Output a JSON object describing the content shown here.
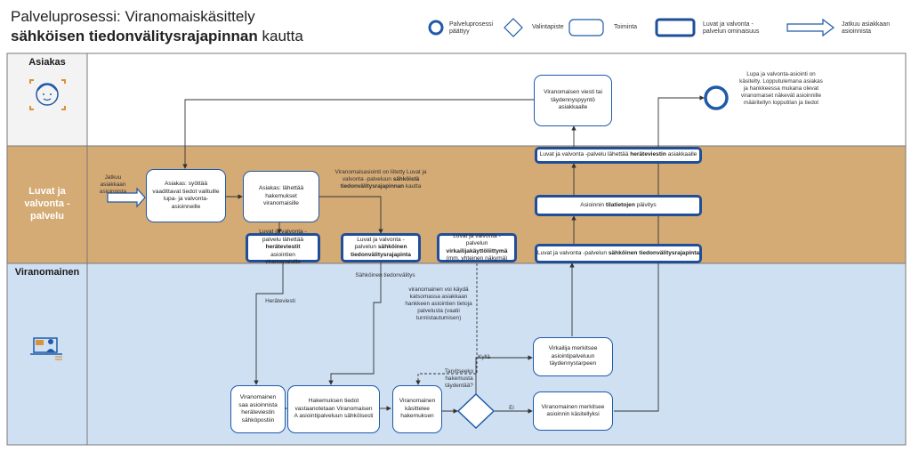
{
  "title": {
    "line1": "Palveluprosessi: Viranomaiskäsittely",
    "line2_bold": "sähköisen tiedonvälitysrajapinnan",
    "line2_rest": " kautta"
  },
  "legend": {
    "end": "Palveluprosessi päättyy",
    "decision": "Valintapiste",
    "action": "Toiminta",
    "capability": "Luvat ja valvonta -palvelun ominaisuus",
    "continues": "Jatkuu asiakkaan asioinnista"
  },
  "lanes": {
    "customer": "Asiakas",
    "service": "Luvat ja valvonta - palvelu",
    "authority": "Viranomainen"
  },
  "boxes": {
    "customer_fill": "Asiakas: syöttää vaadittavat tiedot valituille lupa- ja valvonta-asioinneille",
    "customer_send": "Asiakas: lähettää hakemukset viranomaisille",
    "notify_prefix": "Luvat ja valvonta -palvelu lähettää ",
    "notify_bold": "heräteviestit",
    "notify_suffix": " asiointien viranomaisille",
    "e_prefix": "Luvat ja valvonta -palvelun ",
    "e_bold": "sähköinen tiedonvälitysrajapinta",
    "portal_prefix": "Luvat ja valvonta -palvelun ",
    "portal_bold": "virkailijakäyttöliittymä",
    "portal_suffix": " (mm. yhteinen näkymä)",
    "cust_msg_prefix": "Luvat ja valvonta -palvelu lähettää ",
    "cust_msg_bold": "heräteviestin",
    "cust_msg_suffix": " asiakkaalle",
    "status_prefix": "Asioinnin ",
    "status_bold": "tilatietojen",
    "status_suffix": " päivitys",
    "api_prefix": "Luvat ja valvonta -palvelun ",
    "api_bold": "sähköinen tiedonvälitysrajapinta",
    "auth_msg": "Viranomaisen viesti tai täydennyspyyntö asiakkaalle",
    "auth_receive": "Viranomainen saa asioinnista heräteviestin sähköpostiin",
    "auth_transfer": "Hakemuksen tiedot vastaanotetaan Viranomaisen A asiointipalveluun sähköisesti",
    "auth_process": "Viranomainen käsittelee hakemuksen",
    "auth_request": "Virkailija merkitsee asiointipalveluun täydennystarpeen",
    "auth_done": "Viranomainen merkitsee asioinnin käsitellyksi"
  },
  "notes": {
    "start": "Jatkuu asiakkaan asioinnista",
    "linked": "Viranomaisasiointi on liitetty Luvat ja valvonta -palveluun",
    "linked_bold": "sähköistä tiedonvälitysrajapinnan",
    "linked_suffix": " kautta",
    "herate": "Heräteviesti",
    "sahkoinen": "Sähköinen tiedonvälitys",
    "view": "viranomainen voi käydä katsomassa asiakkaan hankkeen asiointien tietoja palvelusta (vaatii tunnistautumisen)",
    "question": "Tarvitseeko hakemusta täydentää?",
    "yes": "Kyllä",
    "no": "Ei",
    "end": "Lupa ja valvonta-asiointi on käsitelty. Lopputulemana asiakas ja hankkeessa mukana olevat viranomaiset näkevät asioinnille määritellyn lopputilan ja tiedot"
  },
  "colors": {
    "accent": "#1f5aa8",
    "service_lane": "#d4aa75",
    "authority_lane": "#cfe0f3",
    "label_lane": "#f3f3f3",
    "icon_orange": "#d9913a"
  },
  "icons": [
    "person-icon",
    "worker-computer-icon"
  ]
}
